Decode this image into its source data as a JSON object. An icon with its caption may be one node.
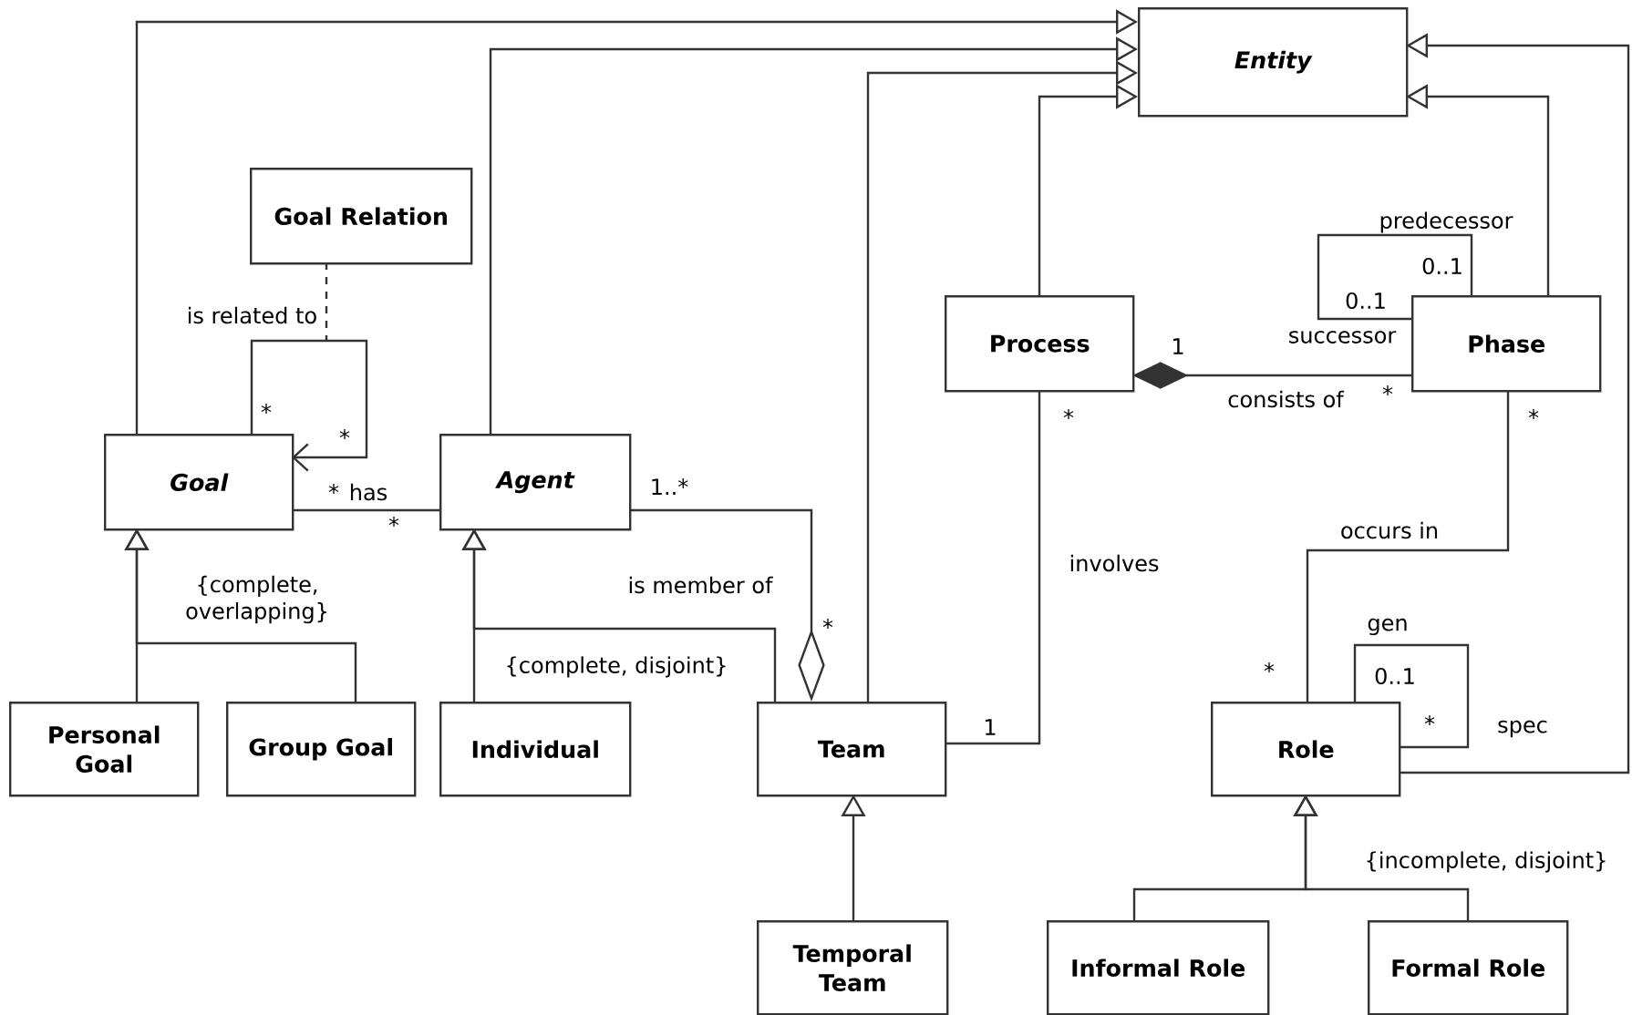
{
  "diagram": {
    "nodes": [
      {
        "text": [
          "Entity"
        ]
      },
      {
        "text": [
          "Goal Relation"
        ]
      },
      {
        "text": [
          "Process"
        ]
      },
      {
        "text": [
          "Phase"
        ]
      },
      {
        "text": [
          "Goal"
        ]
      },
      {
        "text": [
          "Agent"
        ]
      },
      {
        "text": [
          "Personal Goal"
        ]
      },
      {
        "text": [
          "Group Goal"
        ]
      },
      {
        "text": [
          "Individual"
        ]
      },
      {
        "text": [
          "Team"
        ]
      },
      {
        "text": [
          "Role"
        ]
      },
      {
        "text": [
          "Temporal Team"
        ]
      },
      {
        "text": [
          "Informal Role"
        ]
      },
      {
        "text": [
          "Formal Role"
        ]
      }
    ],
    "edges": [
      {
        "from": 4,
        "to": 0,
        "arrow": "to"
      },
      {
        "from": 5,
        "to": 0,
        "arrow": "to"
      },
      {
        "from": 9,
        "to": 0,
        "arrow": "to"
      },
      {
        "from": 2,
        "to": 0,
        "arrow": "to"
      },
      {
        "from": 3,
        "to": 0,
        "arrow": "to"
      },
      {
        "from": 10,
        "to": 0,
        "arrow": "to"
      },
      {
        "from": 4,
        "to": 4,
        "arrow": "to",
        "label": "is related to"
      },
      {
        "from": 1,
        "to": null,
        "arrow": "none",
        "style": "dashed"
      },
      {
        "from": 4,
        "to": 5,
        "arrow": "none",
        "label": "has"
      },
      {
        "from": 5,
        "to": 9,
        "arrow": "other",
        "label": "is member of"
      },
      {
        "from": 3,
        "to": 2,
        "arrow": "other",
        "label": "consists of"
      },
      {
        "from": 3,
        "to": 3,
        "arrow": "none"
      },
      {
        "from": 2,
        "to": 9,
        "arrow": "none",
        "label": "involves"
      },
      {
        "from": 3,
        "to": 10,
        "arrow": "none",
        "label": "occurs in"
      },
      {
        "from": 10,
        "to": 10,
        "arrow": "none"
      },
      {
        "from": 6,
        "to": 4,
        "arrow": "to"
      },
      {
        "from": 7,
        "to": 4,
        "arrow": "to"
      },
      {
        "from": 8,
        "to": 5,
        "arrow": "to"
      },
      {
        "from": 9,
        "to": 5,
        "arrow": "to"
      },
      {
        "from": 11,
        "to": 9,
        "arrow": "to"
      },
      {
        "from": 12,
        "to": 10,
        "arrow": "to"
      },
      {
        "from": 13,
        "to": 10,
        "arrow": "to"
      }
    ],
    "labels": [
      "predecessor",
      "0..1",
      "0..1",
      "successor",
      "1",
      "*",
      "*",
      "*",
      "*",
      "*",
      "*",
      "*",
      "1..*",
      "*",
      "{complete, overlapping}",
      "*",
      "gen",
      "0..1",
      "*",
      "{complete, disjoint}",
      "1",
      "spec",
      "{incomplete, disjoint}"
    ]
  }
}
